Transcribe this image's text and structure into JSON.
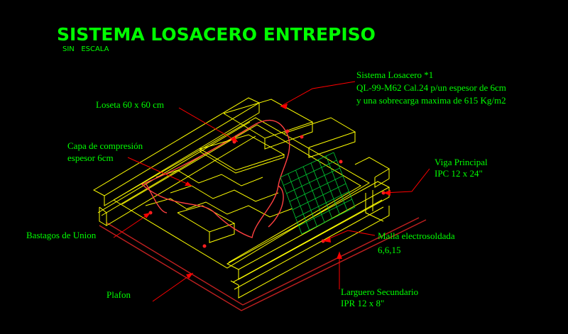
{
  "header": {
    "title": "SISTEMA LOSACERO ENTREPISO",
    "subtitle": "SIN   ESCALA"
  },
  "labels": {
    "sistema_line1": "Sistema Losacero *1",
    "sistema_line2": "QL-99-M62 Cal.24 p/un espesor de 6cm",
    "sistema_line3": "y una sobrecarga maxima de 615 Kg/m2",
    "loseta": "Loseta 60 x 60 cm",
    "capa_line1": "Capa de compresión",
    "capa_line2": "espesor 6cm",
    "viga_line1": "Viga Principal",
    "viga_line2": "IPC 12 x 24\"",
    "bastagos": "Bastagos de Union",
    "malla_line1": "Malla electrosoldada",
    "malla_line2": "6,6,15",
    "plafon": "Plafon",
    "larguero_line1": "Larguero Secundario",
    "larguero_line2": "IPR 12 x 8\""
  },
  "colors": {
    "background": "#000000",
    "title": "#00ff00",
    "text": "#00ff00",
    "steel": "#ffff00",
    "concrete": "#ff4040",
    "leader": "#ff0000",
    "mesh": "#00cc33",
    "plafon": "#c02020"
  }
}
